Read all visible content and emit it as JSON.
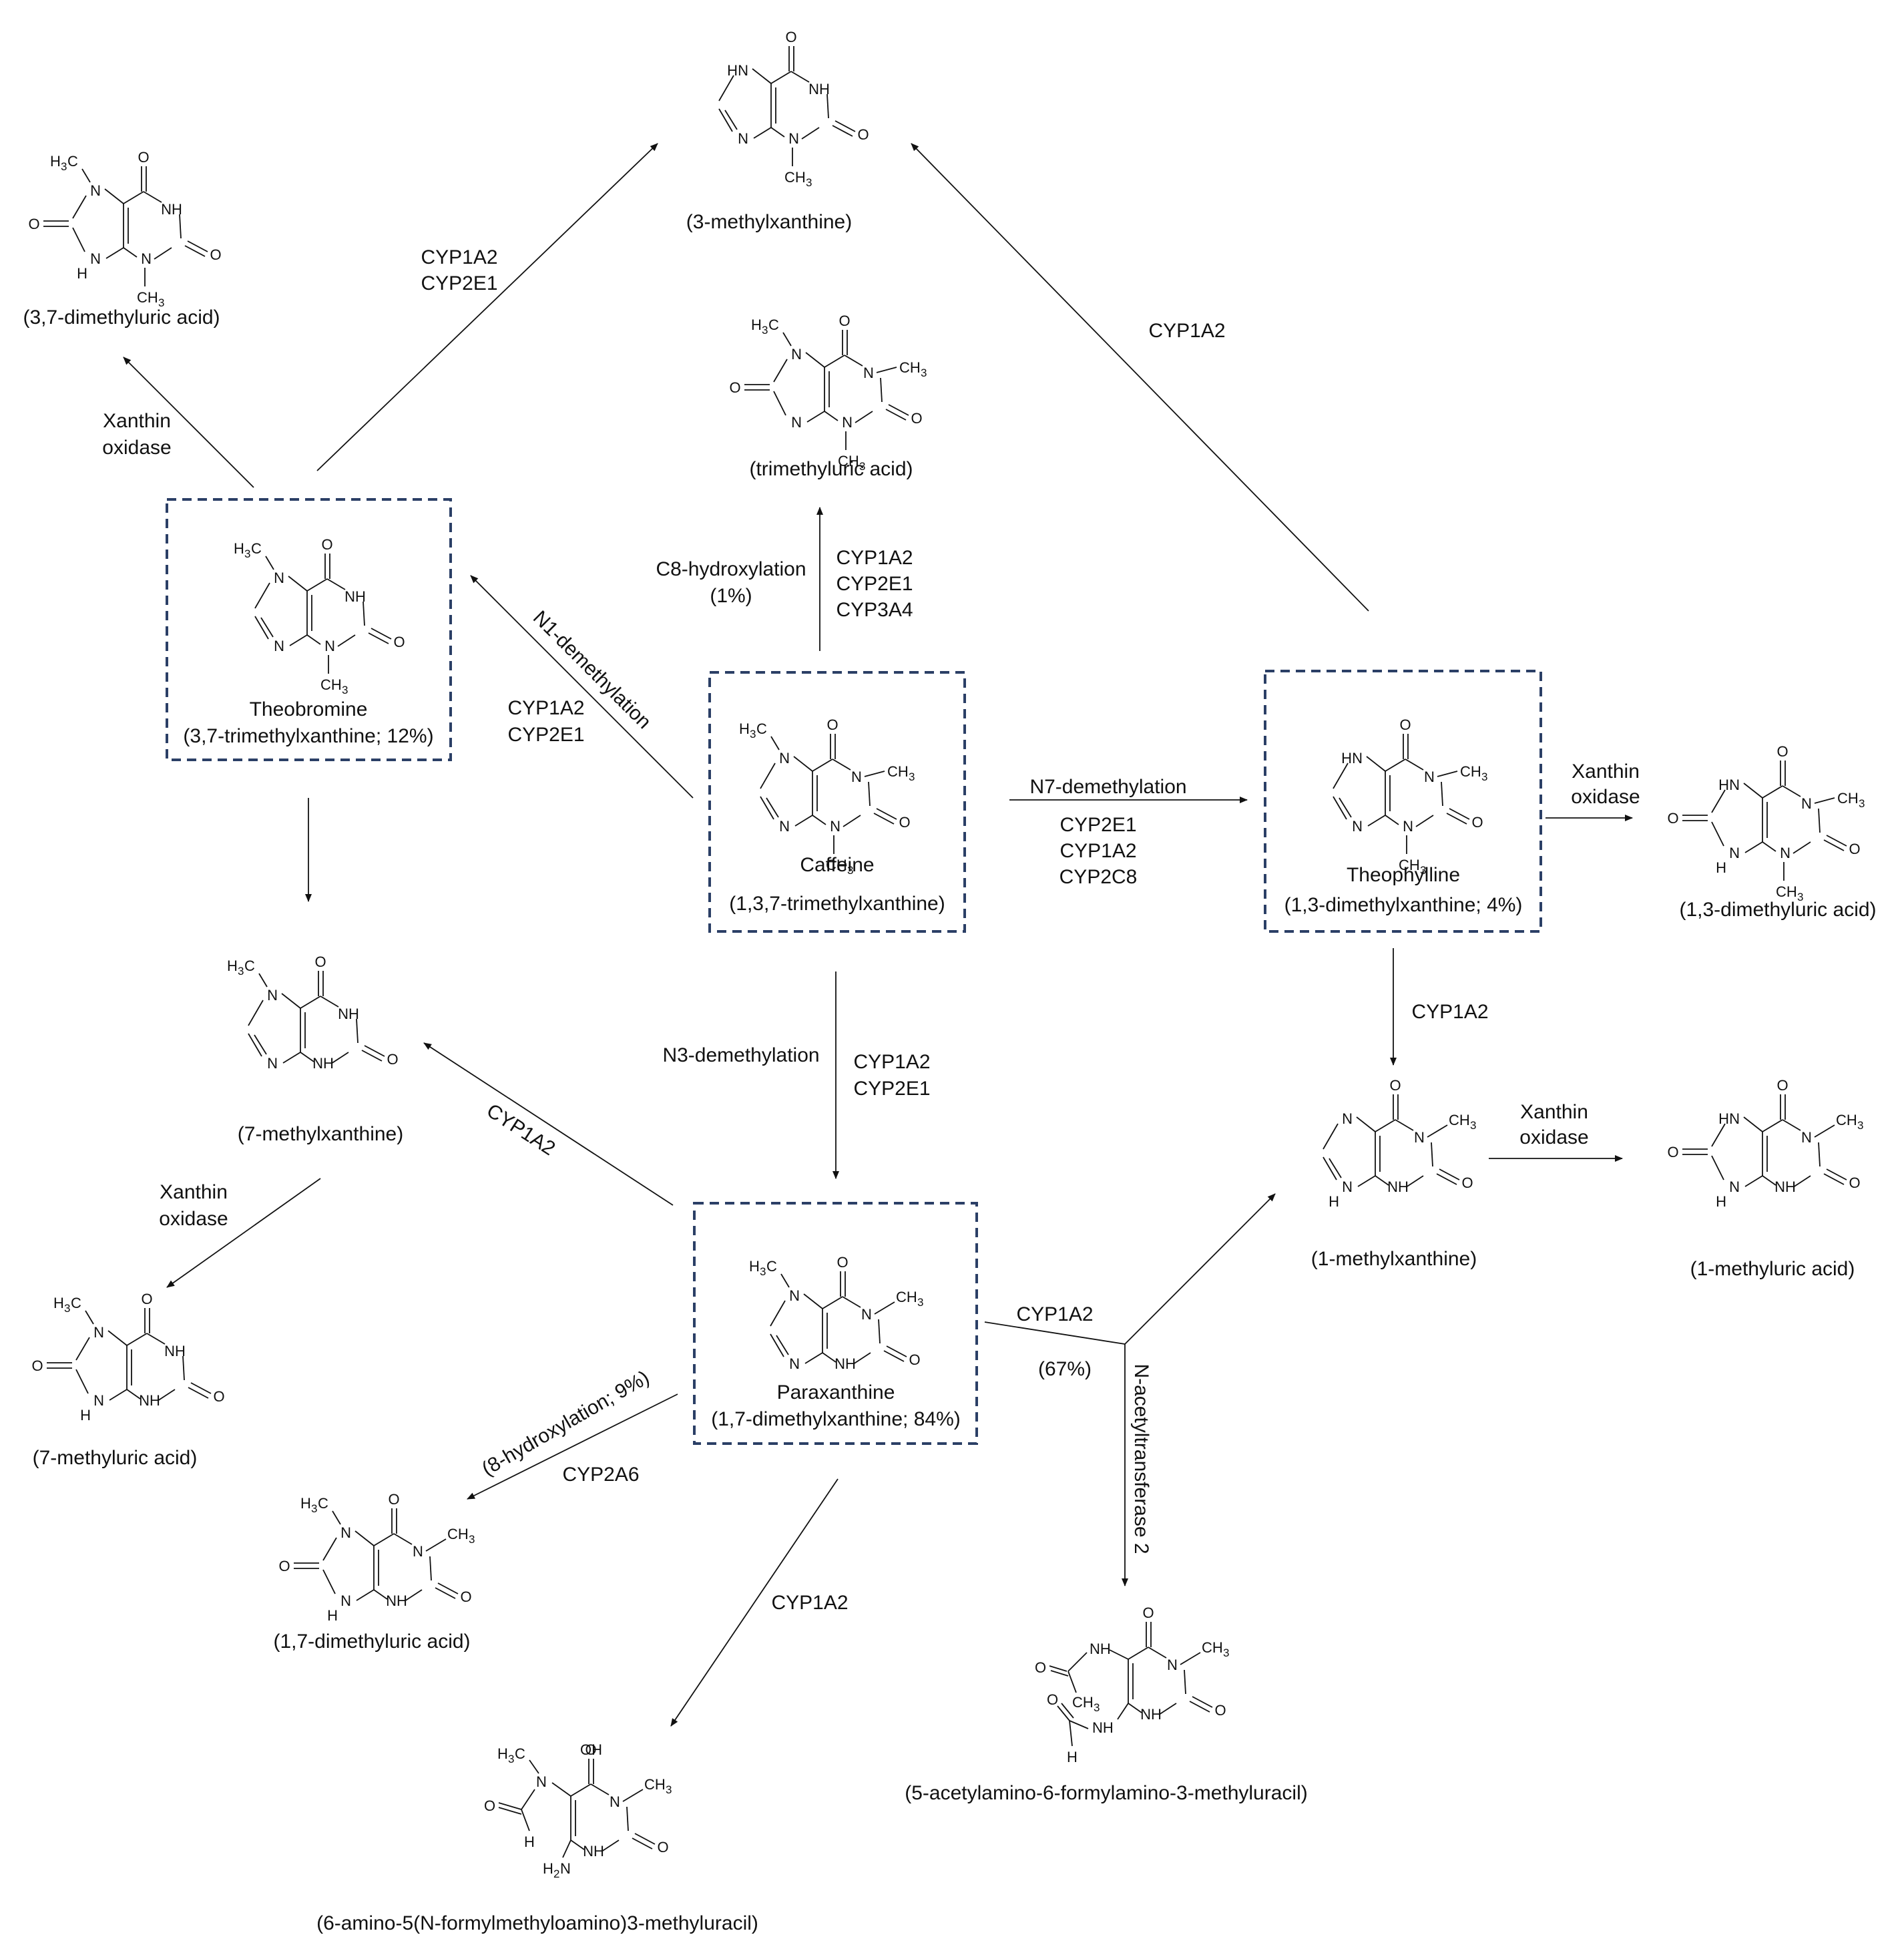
{
  "colors": {
    "box_border": "#2b3f66",
    "ink": "#111111",
    "background": "#ffffff"
  },
  "compounds": {
    "caffeine": {
      "name": "Caffeine",
      "detail": "(1,3,7-trimethylxanthine)"
    },
    "theobromine": {
      "name": "Theobromine",
      "detail": "(3,7-trimethylxanthine; 12%)"
    },
    "theophylline": {
      "name": "Theophylline",
      "detail": "(1,3-dimethylxanthine; 4%)"
    },
    "paraxanthine": {
      "name": "Paraxanthine",
      "detail": "(1,7-dimethylxanthine; 84%)"
    },
    "methylxanthine3": "(3-methylxanthine)",
    "dimethyluric37": "(3,7-dimethyluric acid)",
    "trimethyluric": "(trimethyluric acid)",
    "dimethyluric13": "(1,3-dimethyluric acid)",
    "methylxanthine7": "(7-methylxanthine)",
    "methyluric7": "(7-methyluric acid)",
    "methylxanthine1": "(1-methylxanthine)",
    "methyluric1": "(1-methyluric acid)",
    "dimethyluric17": "(1,7-dimethyluric acid)",
    "aamu": "(5-acetylamino-6-formylamino-3-methyluracil)",
    "afmu": "(6-amino-5(N-formylmethyloamino)3-methyluracil)"
  },
  "reactions": {
    "theob_to_3mx": [
      "CYP1A2",
      "CYP2E1"
    ],
    "theoph_to_3mx": "CYP1A2",
    "theob_to_37uric": [
      "Xanthin",
      "oxidase"
    ],
    "c8": {
      "label": [
        "C8-hydroxylation",
        "(1%)"
      ],
      "enzymes": [
        "CYP1A2",
        "CYP2E1",
        "CYP3A4"
      ]
    },
    "n1": {
      "label": "N1-demethylation",
      "enzymes": [
        "CYP1A2",
        "CYP2E1"
      ]
    },
    "n7": {
      "label": "N7-demethylation",
      "enzymes": [
        "CYP2E1",
        "CYP1A2",
        "CYP2C8"
      ]
    },
    "n3": {
      "label": "N3-demethylation",
      "enzymes": [
        "CYP1A2",
        "CYP2E1"
      ]
    },
    "theoph_to_13uric": [
      "Xanthin",
      "oxidase"
    ],
    "theoph_to_1mx": "CYP1A2",
    "mx1_to_1uric": [
      "Xanthin",
      "oxidase"
    ],
    "mx7_to_7uric": [
      "Xanthin",
      "oxidase"
    ],
    "para_to_7mx": "CYP1A2",
    "para_to_1mx": {
      "enzyme": "CYP1A2",
      "share": "(67%)"
    },
    "nat2": "N-acetyltransferase 2",
    "para_to_17uric": {
      "label": "(8-hydroxylation; 9%)",
      "enzyme": "CYP2A6"
    },
    "para_to_afmu": "CYP1A2"
  }
}
